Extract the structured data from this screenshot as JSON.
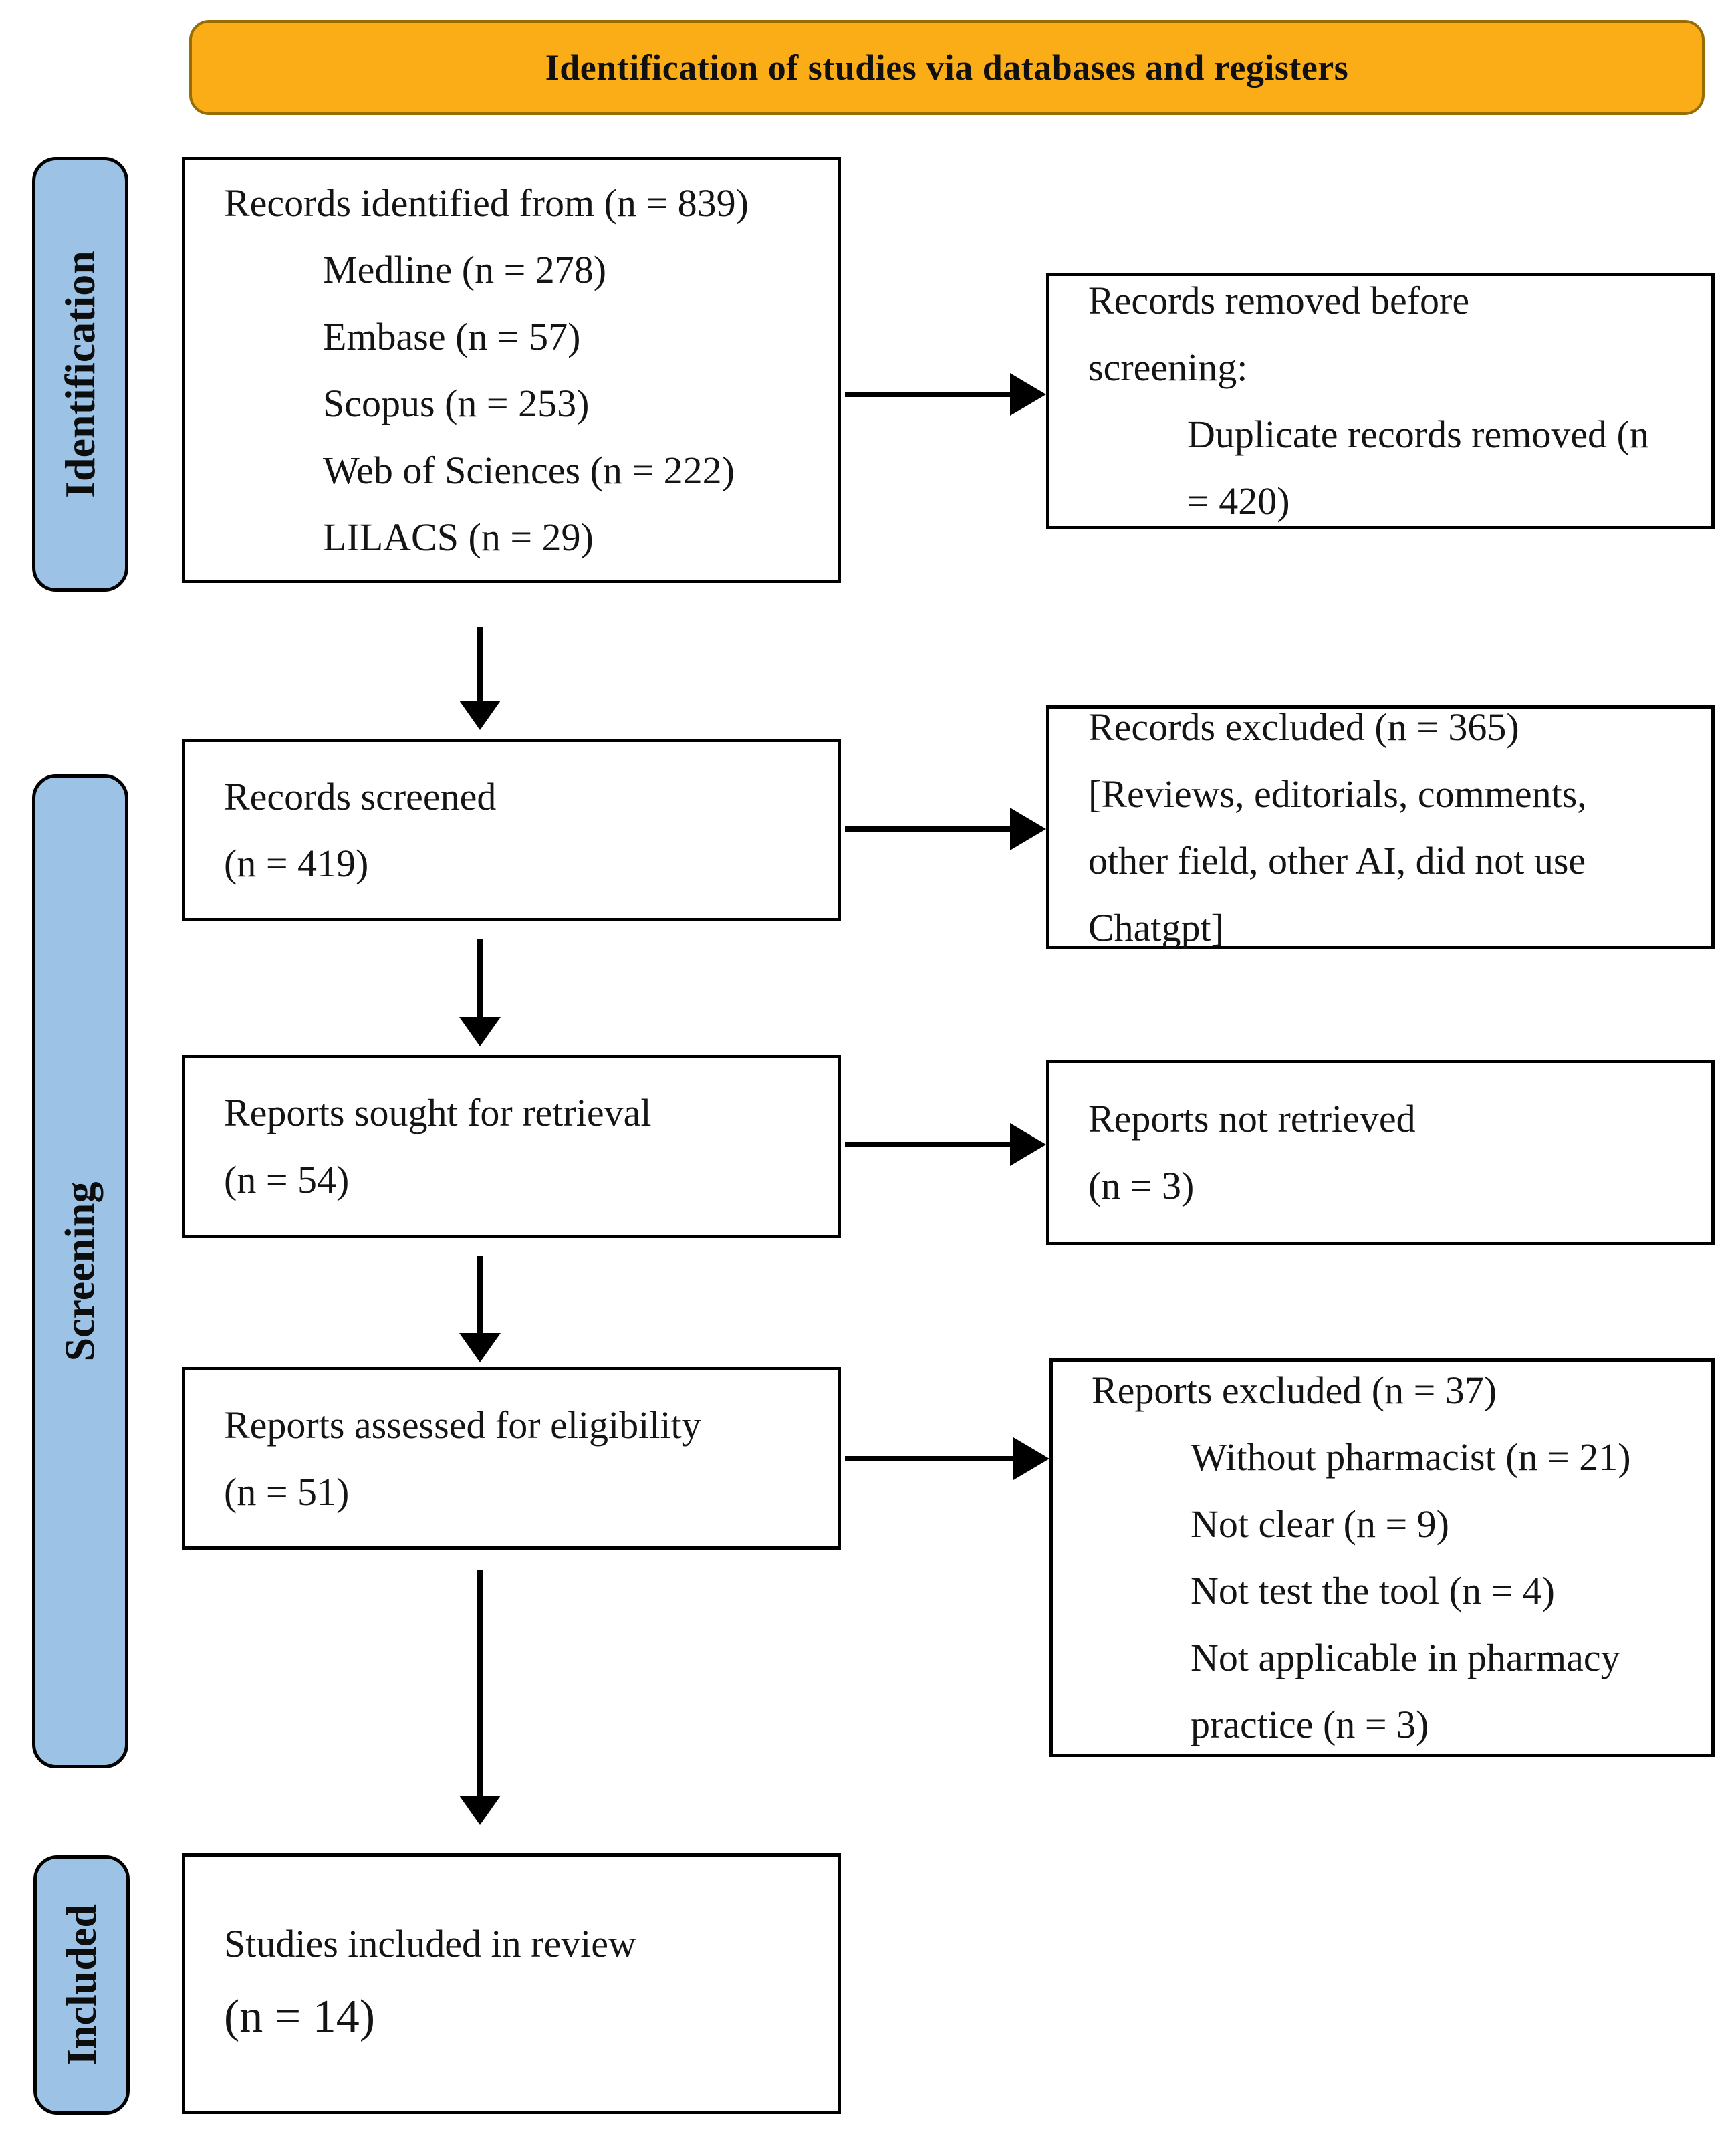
{
  "banner": {
    "title": "Identification of studies via databases and registers"
  },
  "stages": {
    "identification": "Identification",
    "screening": "Screening",
    "included": "Included"
  },
  "boxes": {
    "identified": {
      "title": "Records identified from (n = 839)",
      "items": [
        "Medline (n = 278)",
        "Embase (n = 57)",
        "Scopus (n = 253)",
        "Web of Sciences (n = 222)",
        "LILACS (n = 29)"
      ]
    },
    "removed": {
      "lines": [
        "Records removed before",
        "screening:"
      ],
      "items": [
        "Duplicate records removed (n",
        "= 420)"
      ]
    },
    "screened": {
      "lines": [
        "Records screened",
        "(n = 419)"
      ]
    },
    "records_excluded": {
      "lines": [
        "Records excluded (n = 365)",
        "[Reviews, editorials, comments,",
        "other field, other AI, did not use",
        "Chatgpt]"
      ]
    },
    "sought": {
      "lines": [
        "Reports sought for retrieval",
        "(n = 54)"
      ]
    },
    "not_retrieved": {
      "lines": [
        "Reports not retrieved",
        "(n = 3)"
      ]
    },
    "assessed": {
      "lines": [
        "Reports assessed for eligibility",
        "(n = 51)"
      ]
    },
    "reports_excluded": {
      "title": "Reports excluded (n = 37)",
      "items": [
        "Without pharmacist (n = 21)",
        "Not clear (n = 9)",
        "Not test the tool (n = 4)",
        "Not applicable in pharmacy",
        "practice (n = 3)"
      ]
    },
    "included_studies": {
      "line1": "Studies included in review",
      "line2": "(n = 14)"
    }
  },
  "colors": {
    "banner_fill": "#FBAD18",
    "banner_border": "#996C00",
    "stage_fill": "#9CC3E6",
    "box_border": "#000000"
  }
}
